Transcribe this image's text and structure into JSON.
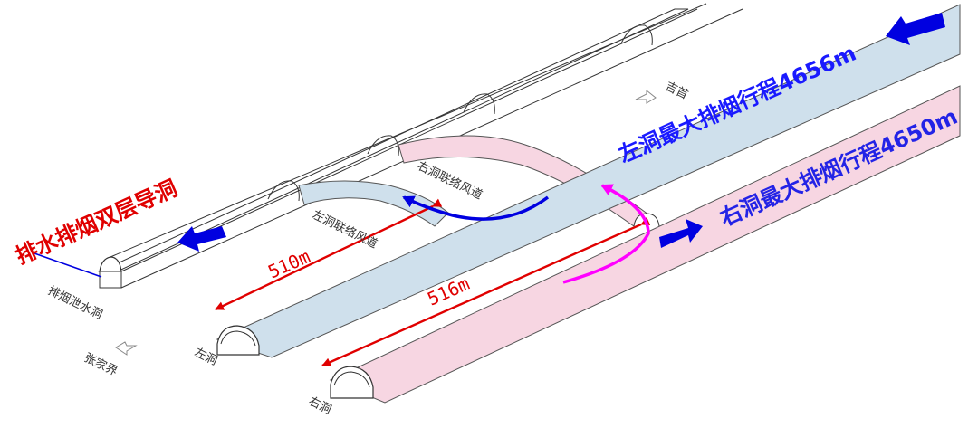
{
  "labels": {
    "drainage_tunnel_title": "排水排烟双层导洞",
    "drainage_tunnel_name": "排烟泄水洞",
    "left_tunnel": "左洞",
    "right_tunnel": "右洞",
    "left_connector": "左洞联络风道",
    "right_connector": "右洞联络风道",
    "direction_far": "吉首",
    "direction_near": "张家界",
    "left_max_smoke": "左洞最大排烟行程4656m",
    "right_max_smoke": "右洞最大排烟行程4650m",
    "dist_left": "510m",
    "dist_right": "516m"
  },
  "colors": {
    "left_tunnel_fill": "#cfe0ec",
    "right_tunnel_fill": "#f7d6e2",
    "blue_arrow": "#0000e0",
    "magenta_path": "#ff00ff",
    "red_measure": "#e00000",
    "blue_label": "#1a1aff"
  },
  "icons": {
    "flow_arrow": "block-arrow-icon",
    "direction_hint": "hollow-arrow-icon"
  }
}
